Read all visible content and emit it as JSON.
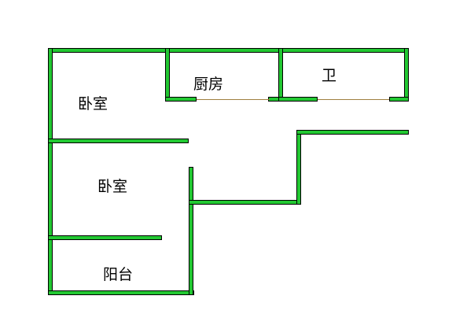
{
  "colors": {
    "background": "#ffffff",
    "wall_fill": "#22c832",
    "wall_outline": "#000000",
    "door_line": "#a08040",
    "label_text": "#000000"
  },
  "rooms": [
    {
      "id": "bedroom-1",
      "label": "卧室"
    },
    {
      "id": "kitchen",
      "label": "厨房"
    },
    {
      "id": "bathroom",
      "label": "卫"
    },
    {
      "id": "bedroom-2",
      "label": "卧室"
    },
    {
      "id": "balcony",
      "label": "阳台"
    }
  ]
}
